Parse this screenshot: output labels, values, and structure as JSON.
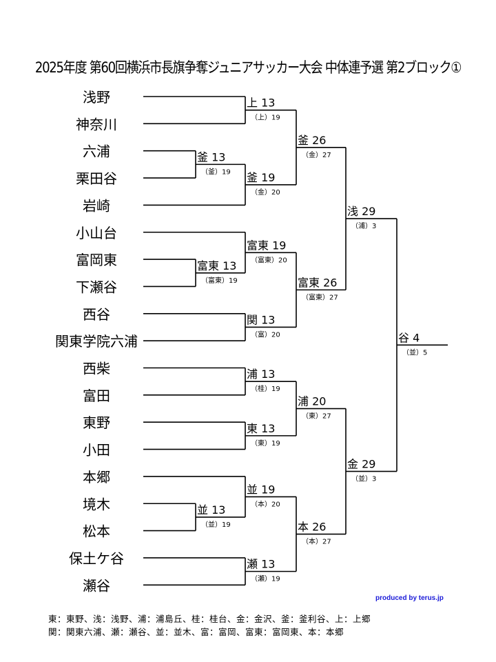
{
  "title": "2025年度 第60回横浜市長旗争奪ジュニアサッカー大会 中体連予選 第2ブロック①",
  "teams": [
    "浅野",
    "神奈川",
    "六浦",
    "栗田谷",
    "岩崎",
    "小山台",
    "富岡東",
    "下瀬谷",
    "西谷",
    "関東学院六浦",
    "西柴",
    "富田",
    "東野",
    "小田",
    "本郷",
    "境木",
    "松本",
    "保土ケ谷",
    "瀬谷"
  ],
  "matches": [
    {
      "winner": "上",
      "time": "13",
      "ref": "（上）19"
    },
    {
      "winner": "釜",
      "time": "13",
      "ref": "（釜）19"
    },
    {
      "winner": "富東",
      "time": "13",
      "ref": "（富東）19"
    },
    {
      "winner": "並",
      "time": "13",
      "ref": "（並）19"
    },
    {
      "winner": "釜",
      "time": "19",
      "ref": "（金）20"
    },
    {
      "winner": "富東",
      "time": "19",
      "ref": "（富東）20"
    },
    {
      "winner": "関",
      "time": "13",
      "ref": "（富）20"
    },
    {
      "winner": "浦",
      "time": "13",
      "ref": "（桂）19"
    },
    {
      "winner": "東",
      "time": "13",
      "ref": "（東）19"
    },
    {
      "winner": "並",
      "time": "19",
      "ref": "（本）20"
    },
    {
      "winner": "瀬",
      "time": "13",
      "ref": "（瀬）19"
    },
    {
      "winner": "釜",
      "time": "26",
      "ref": "（金）27"
    },
    {
      "winner": "富東",
      "time": "26",
      "ref": "（富東）27"
    },
    {
      "winner": "浦",
      "time": "20",
      "ref": "（東）27"
    },
    {
      "winner": "本",
      "time": "26",
      "ref": "（本）27"
    },
    {
      "winner": "浅",
      "time": "29",
      "ref": "（浦）3"
    },
    {
      "winner": "金",
      "time": "29",
      "ref": "（並）3"
    },
    {
      "winner": "谷",
      "time": "4",
      "ref": "（並）5"
    }
  ],
  "credit": "produced by terus.jp",
  "legend": [
    "東：東野、浅：浅野、浦：浦島丘、桂：桂台、金：金沢、釜：釜利谷、上：上郷",
    "関：関東六浦、瀬：瀬谷、並：並木、富：富岡、富東：富岡東、本：本郷"
  ]
}
